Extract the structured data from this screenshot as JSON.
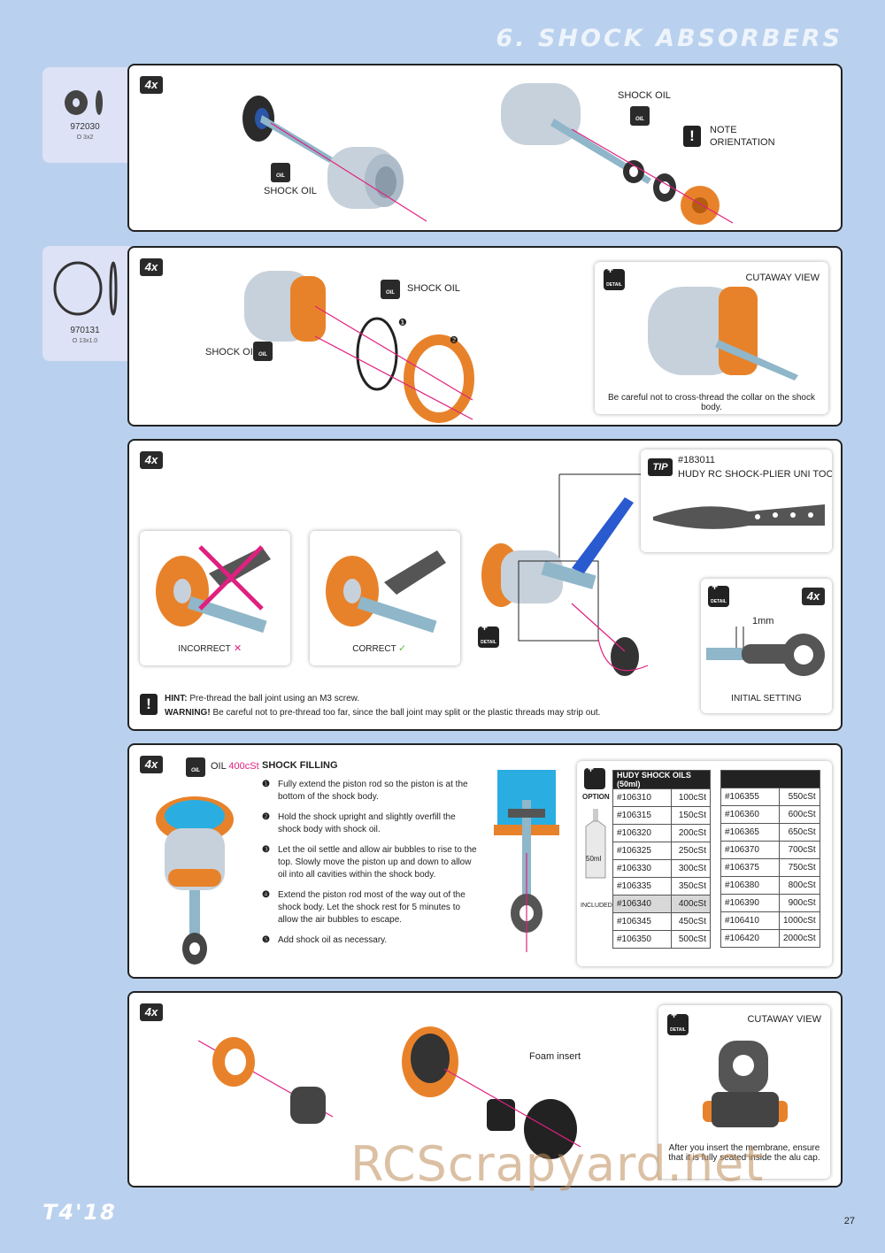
{
  "header": {
    "title": "6. SHOCK ABSORBERS"
  },
  "parts": [
    {
      "code": "972030",
      "size": "O 3x2"
    },
    {
      "code": "970131",
      "size": "O 13x1.0"
    }
  ],
  "step1": {
    "qty": "4x",
    "shock_oil_left": "SHOCK OIL",
    "shock_oil_right": "SHOCK OIL",
    "note": "NOTE\nORIENTATION",
    "oil_icon": "OIL"
  },
  "step2": {
    "qty": "4x",
    "shock_oil_top": "SHOCK OIL",
    "shock_oil_left": "SHOCK OIL",
    "marker1": "❶",
    "marker2": "❷",
    "cutaway_title": "CUTAWAY VIEW",
    "cutaway_caption": "Be careful not to cross-thread the collar on the shock body.",
    "detail": "DETAIL"
  },
  "step3": {
    "qty": "4x",
    "tip_label": "TIP",
    "tip_code": "#183011",
    "tip_name": "HUDY RC SHOCK-PLIER UNI TOOL",
    "incorrect": "INCORRECT",
    "correct": "CORRECT",
    "hint_label": "HINT:",
    "hint_text": "Pre-thread the ball joint using an M3 screw.",
    "warning_label": "WARNING!",
    "warning_text": "Be careful not to pre-thread too far, since the ball joint may split or the plastic threads may strip out.",
    "detail_qty": "4x",
    "dimension": "1mm",
    "initial_setting": "INITIAL SETTING"
  },
  "step4": {
    "qty": "4x",
    "oil_label": "OIL",
    "oil_value": "400cSt",
    "filling_title": "SHOCK FILLING",
    "steps": [
      {
        "num": "❶",
        "text": "Fully extend the piston rod so the piston is at the bottom of the shock body."
      },
      {
        "num": "❷",
        "text": "Hold the shock upright and slightly overfill the shock body with shock oil."
      },
      {
        "num": "❸",
        "text": "Let the oil settle and allow air bubbles to rise to the top. Slowly move the piston up and down to allow oil into all cavities within the shock body."
      },
      {
        "num": "❹",
        "text": "Extend the piston rod most of the way out of the shock body. Let the shock rest for 5 minutes to allow the air bubbles to escape."
      },
      {
        "num": "❺",
        "text": "Add shock oil as necessary."
      }
    ],
    "option_label": "OPTION",
    "bottle_label": "50ml",
    "included_label": "INCLUDED",
    "table_title": "HUDY SHOCK OILS (50ml)",
    "oils_left": [
      [
        "#106310",
        "100cSt"
      ],
      [
        "#106315",
        "150cSt"
      ],
      [
        "#106320",
        "200cSt"
      ],
      [
        "#106325",
        "250cSt"
      ],
      [
        "#106330",
        "300cSt"
      ],
      [
        "#106335",
        "350cSt"
      ],
      [
        "#106340",
        "400cSt"
      ],
      [
        "#106345",
        "450cSt"
      ],
      [
        "#106350",
        "500cSt"
      ]
    ],
    "oils_right": [
      [
        "#106355",
        "550cSt"
      ],
      [
        "#106360",
        "600cSt"
      ],
      [
        "#106365",
        "650cSt"
      ],
      [
        "#106370",
        "700cSt"
      ],
      [
        "#106375",
        "750cSt"
      ],
      [
        "#106380",
        "800cSt"
      ],
      [
        "#106390",
        "900cSt"
      ],
      [
        "#106410",
        "1000cSt"
      ],
      [
        "#106420",
        "2000cSt"
      ]
    ]
  },
  "step5": {
    "qty": "4x",
    "foam_insert": "Foam insert",
    "cutaway_title": "CUTAWAY VIEW",
    "cutaway_caption": "After you insert the membrane, ensure that it is fully seated inside the alu cap."
  },
  "footer": {
    "logo": "T4'18",
    "page": "27",
    "watermark": "RCScrapyard.net"
  },
  "colors": {
    "background": "#b9d1ee",
    "orange": "#e8822a",
    "steel": "#c9d3dc",
    "magenta": "#e0207f"
  }
}
